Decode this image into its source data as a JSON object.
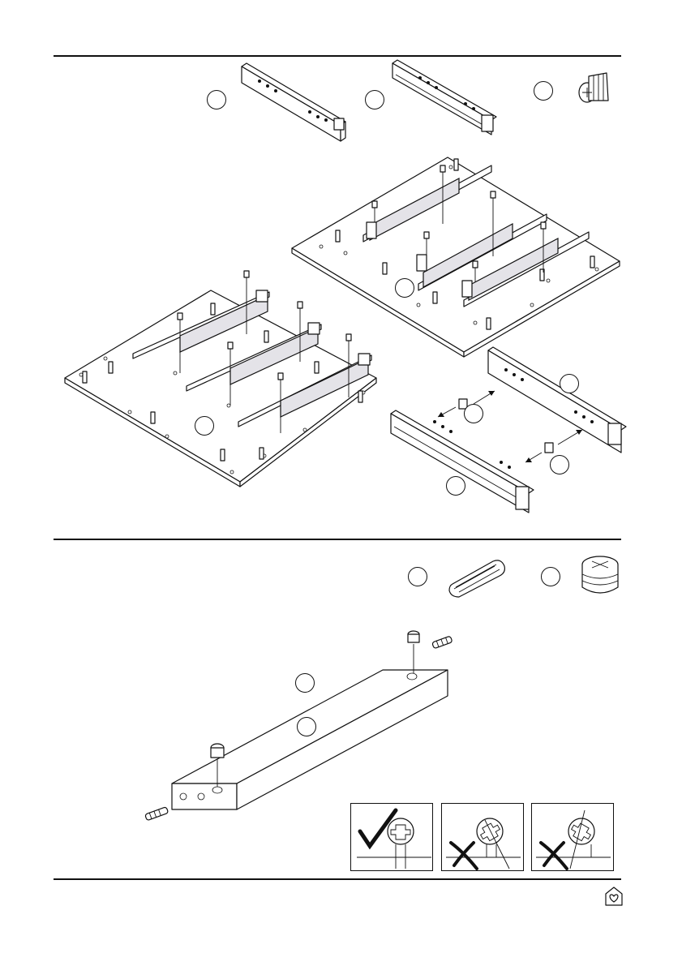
{
  "page": {
    "sections": [
      {
        "name": "drawer-runner-installation"
      },
      {
        "name": "drawer-front-fittings"
      }
    ]
  },
  "colors": {
    "line": "#111111",
    "rail_fill": "#e4e3e8",
    "paper": "#ffffff",
    "correct_mark": "#111111",
    "wrong_mark": "#111111"
  },
  "icons": [
    "drawer-runner-outer-icon",
    "drawer-runner-inner-icon",
    "screw-icon",
    "wooden-dowel-icon",
    "cam-lock-icon",
    "correct-check-icon",
    "wrong-cross-icon",
    "brand-house-heart-icon"
  ],
  "screw_examples": [
    {
      "verdict": "correct"
    },
    {
      "verdict": "wrong"
    },
    {
      "verdict": "wrong"
    }
  ]
}
